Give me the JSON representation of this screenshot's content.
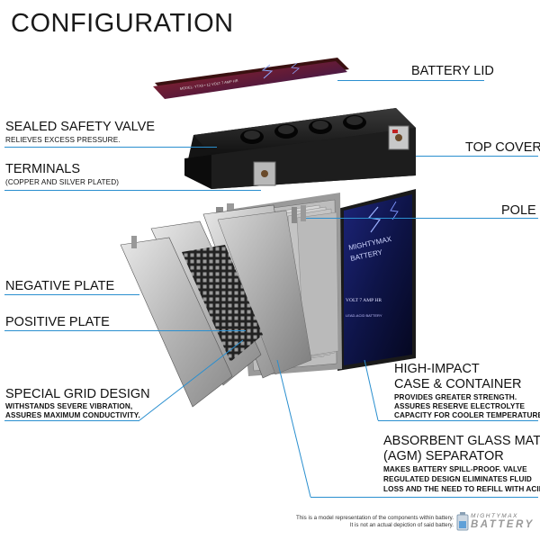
{
  "title": "CONFIGURATION",
  "labels": {
    "battery_lid": "BATTERY LID",
    "safety_valve": "SEALED SAFETY VALVE",
    "safety_valve_sub": "RELIEVES EXCESS PRESSURE.",
    "top_cover": "TOP COVER",
    "terminals": "TERMINALS",
    "terminals_sub": "(COPPER AND SILVER PLATED)",
    "pole": "POLE",
    "negative_plate": "NEGATIVE PLATE",
    "positive_plate": "POSITIVE PLATE",
    "case_title_1": "HIGH-IMPACT",
    "case_title_2": "CASE & CONTAINER",
    "case_sub_1": "PROVIDES GREATER STRENGTH.",
    "case_sub_2": "ASSURES RESERVE ELECTROLYTE",
    "case_sub_3": "CAPACITY FOR COOLER TEMPERATURES.",
    "grid_title": "SPECIAL GRID DESIGN",
    "grid_sub_1": "WITHSTANDS SEVERE VIBRATION,",
    "grid_sub_2": "ASSURES MAXIMUM CONDUCTIVITY.",
    "agm_title_1": "ABSORBENT GLASS MAT",
    "agm_title_2": "(AGM) SEPARATOR",
    "agm_sub_1": "MAKES BATTERY SPILL-PROOF. VALVE",
    "agm_sub_2": "REGULATED DESIGN ELIMINATES FLUID",
    "agm_sub_3": "LOSS AND THE NEED TO REFILL WITH ACID."
  },
  "footnote": {
    "line1": "This is a model representation of the components within battery.",
    "line2": "It is not an actual depiction of said battery."
  },
  "logo": {
    "top": "MIGHTYMAX",
    "bottom": "BATTERY"
  },
  "colors": {
    "accent_line": "#2a8fcf",
    "lid_red": "#8a1f1f",
    "case_dark": "#2a2a2a",
    "label_blue": "#1d2a8a"
  }
}
